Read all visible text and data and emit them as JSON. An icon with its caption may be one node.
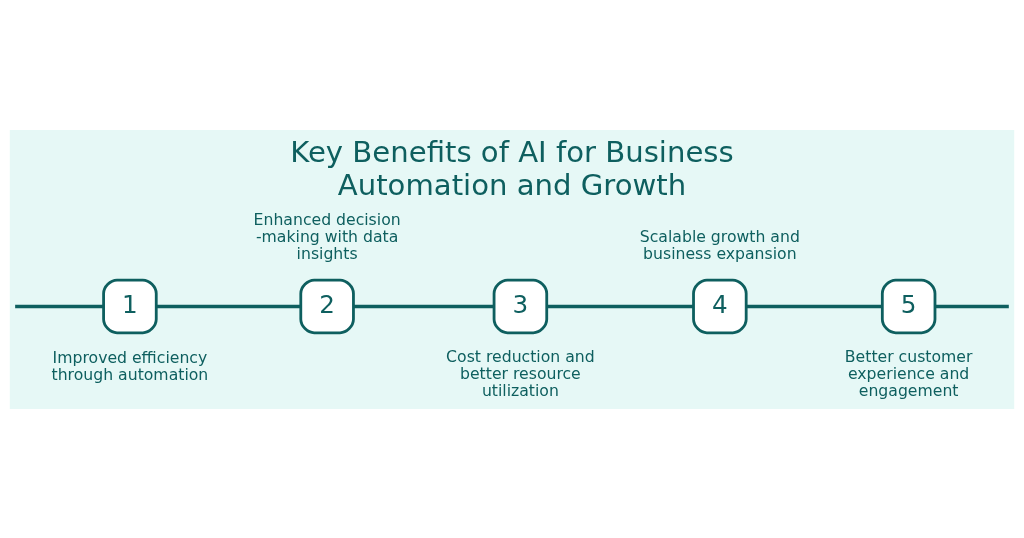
{
  "diagram": {
    "title": "Key Benefits of AI for Business Automation and Growth",
    "nodes": [
      {
        "text": [
          "1"
        ],
        "beside": [
          "Improved efficiency through automation"
        ]
      },
      {
        "text": [
          "2"
        ],
        "beside": [
          "Enhanced decision -making with data insights"
        ]
      },
      {
        "text": [
          "3"
        ],
        "beside": [
          "Cost reduction and better resource utilization"
        ]
      },
      {
        "text": [
          "4"
        ],
        "beside": [
          "Scalable growth and business expansion"
        ]
      },
      {
        "text": [
          "5"
        ],
        "beside": [
          "Better customer experience and engagement"
        ]
      }
    ],
    "edges": [
      {
        "from": null,
        "to": 0,
        "arrow": "none"
      },
      {
        "from": 0,
        "to": 1,
        "arrow": "none"
      },
      {
        "from": 1,
        "to": 2,
        "arrow": "none"
      },
      {
        "from": 2,
        "to": 3,
        "arrow": "none"
      },
      {
        "from": 3,
        "to": 4,
        "arrow": "none"
      },
      {
        "from": 4,
        "to": null,
        "arrow": "none"
      }
    ]
  }
}
